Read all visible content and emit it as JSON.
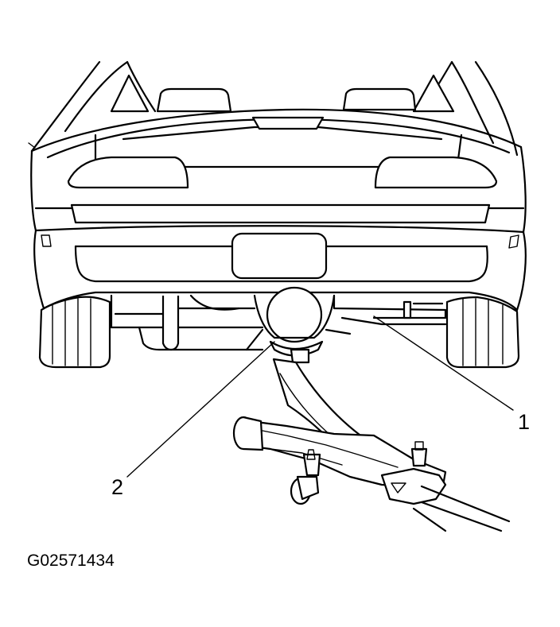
{
  "callouts": [
    {
      "number": "1"
    },
    {
      "number": "2"
    }
  ],
  "figure_id": "G02571434"
}
